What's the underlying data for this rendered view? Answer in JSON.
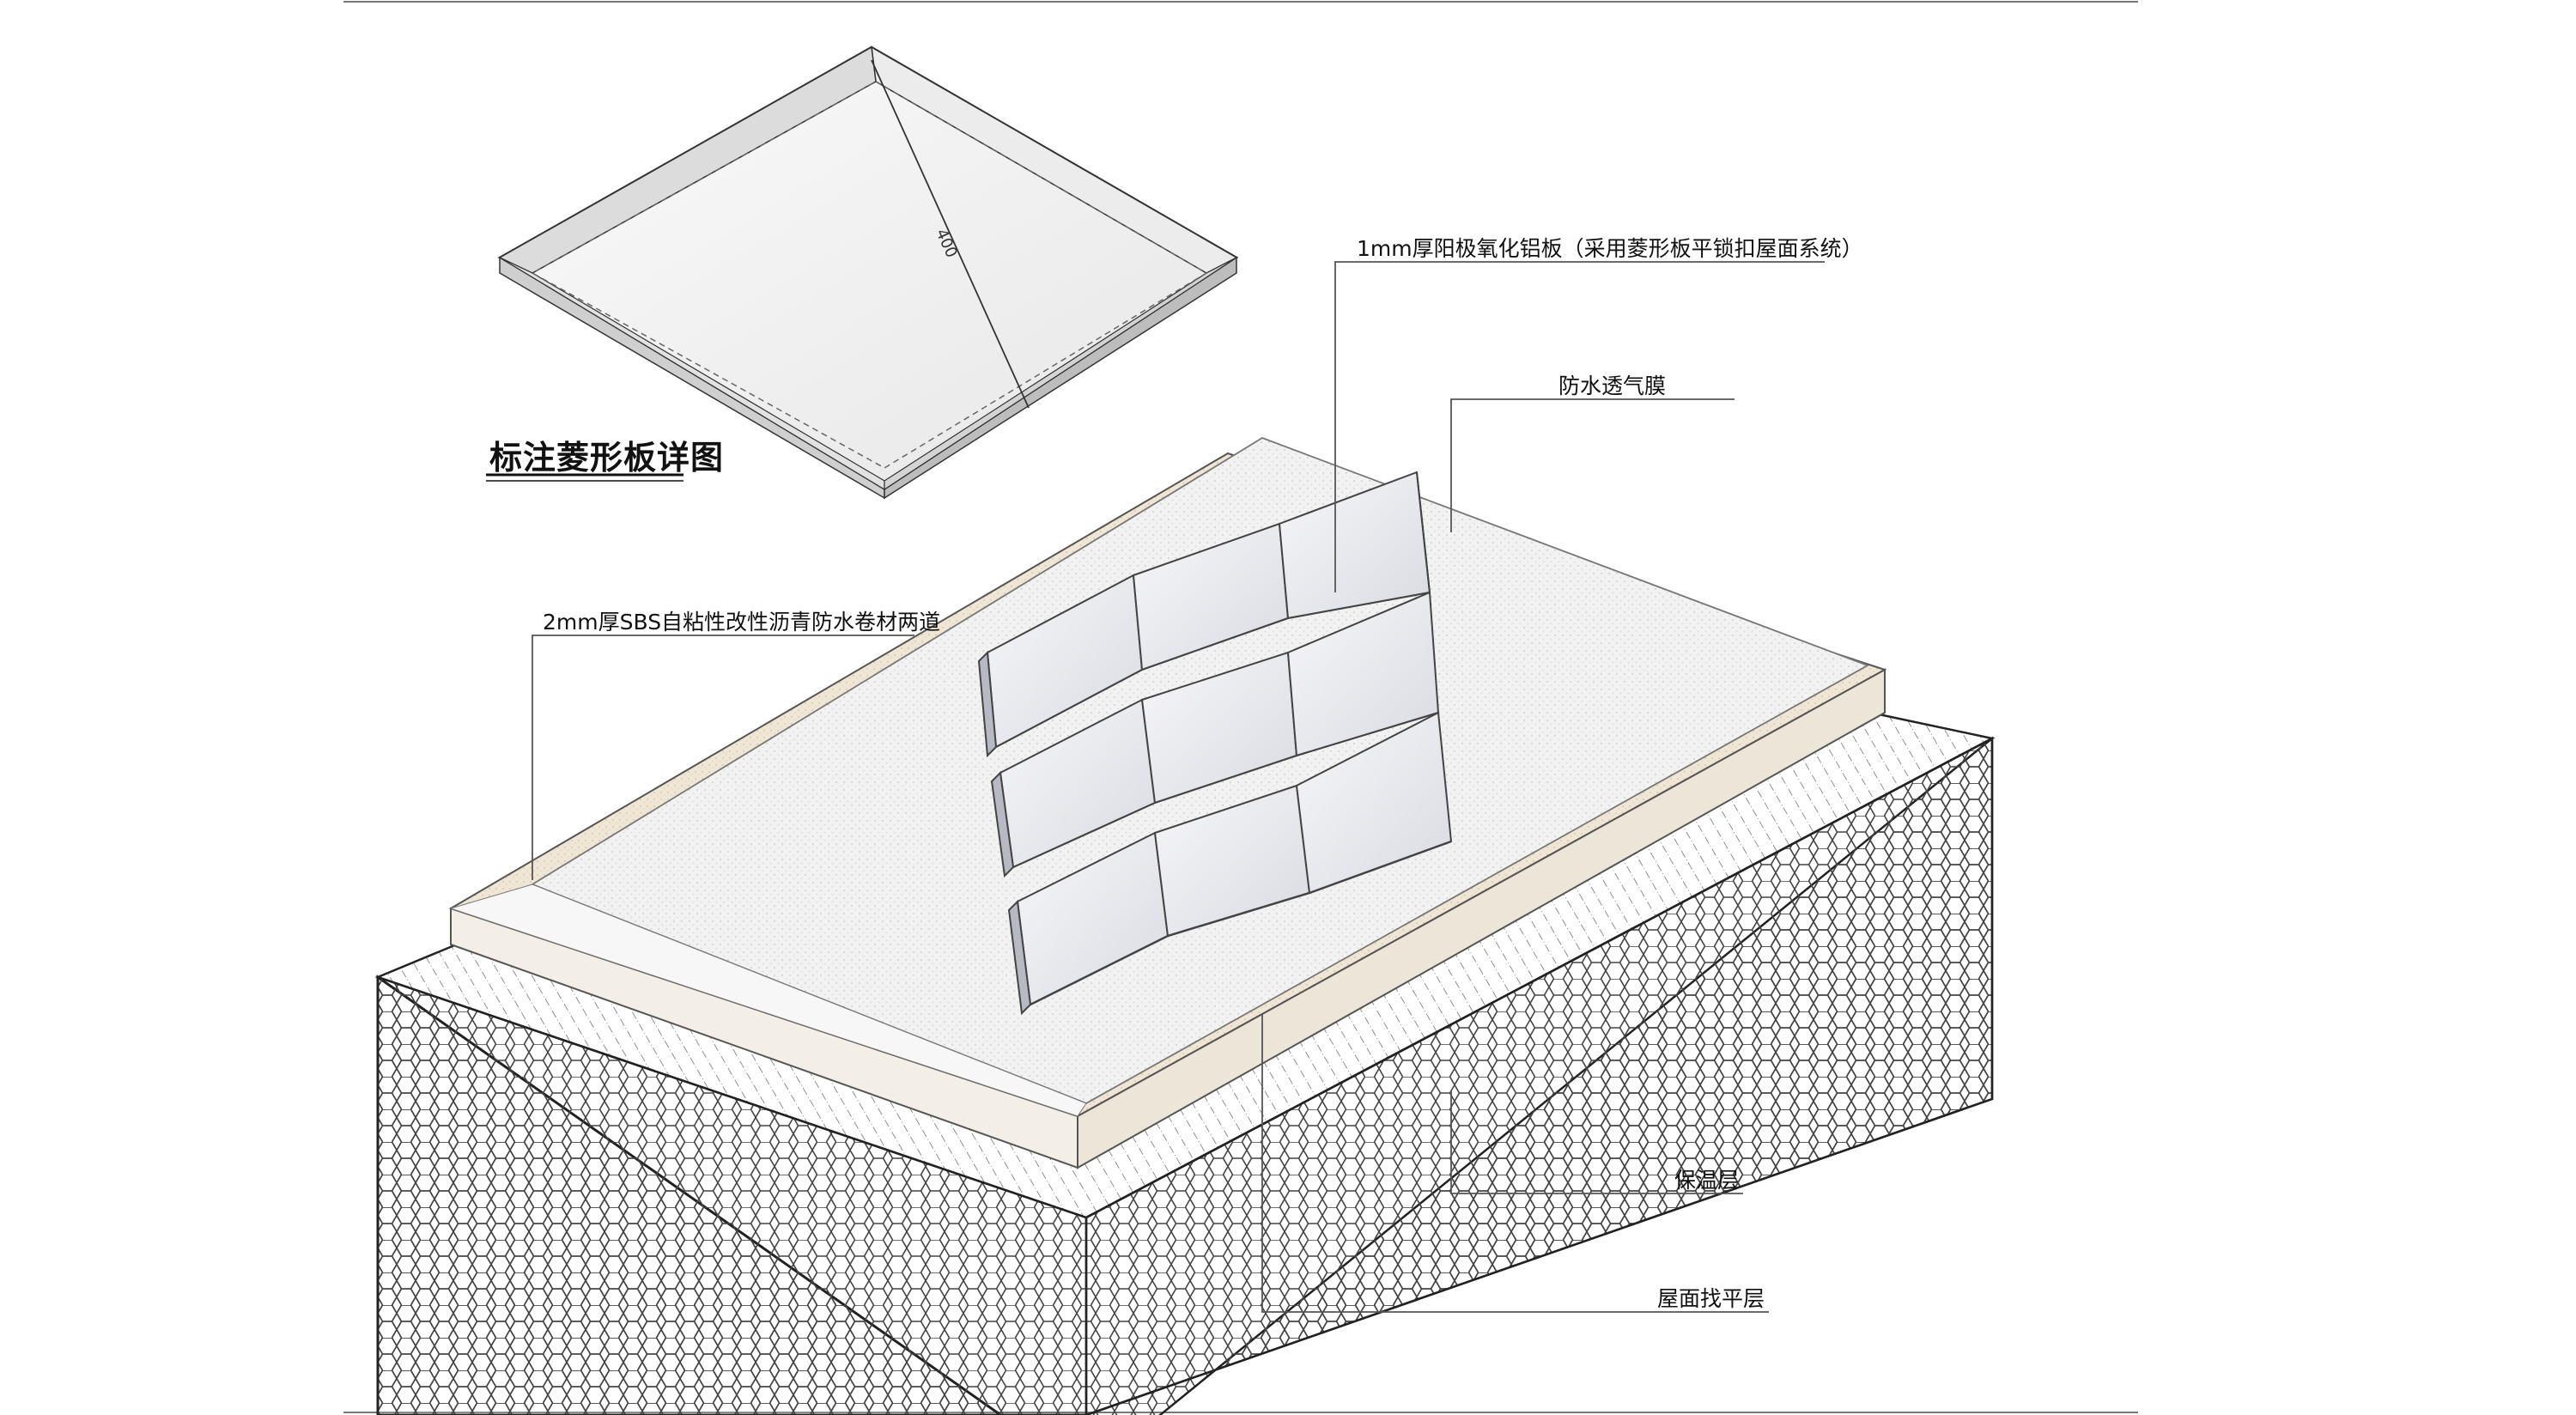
{
  "detail_title": "标注菱形板详图",
  "dimension_label": "400",
  "labels": {
    "aluminum_panel": "1mm厚阳极氧化铝板（采用菱形板平锁扣屋面系统）",
    "breathable_membrane": "防水透气膜",
    "sbs_membrane": "2mm厚SBS自粘性改性沥青防水卷材两道",
    "insulation": "保温层",
    "screed": "屋面找平层"
  },
  "colors": {
    "panel_face": "#e8e9ee",
    "membrane_top": "#f1f1f1",
    "sbs_layer": "#efe6d6",
    "leader_line": "#555555"
  }
}
